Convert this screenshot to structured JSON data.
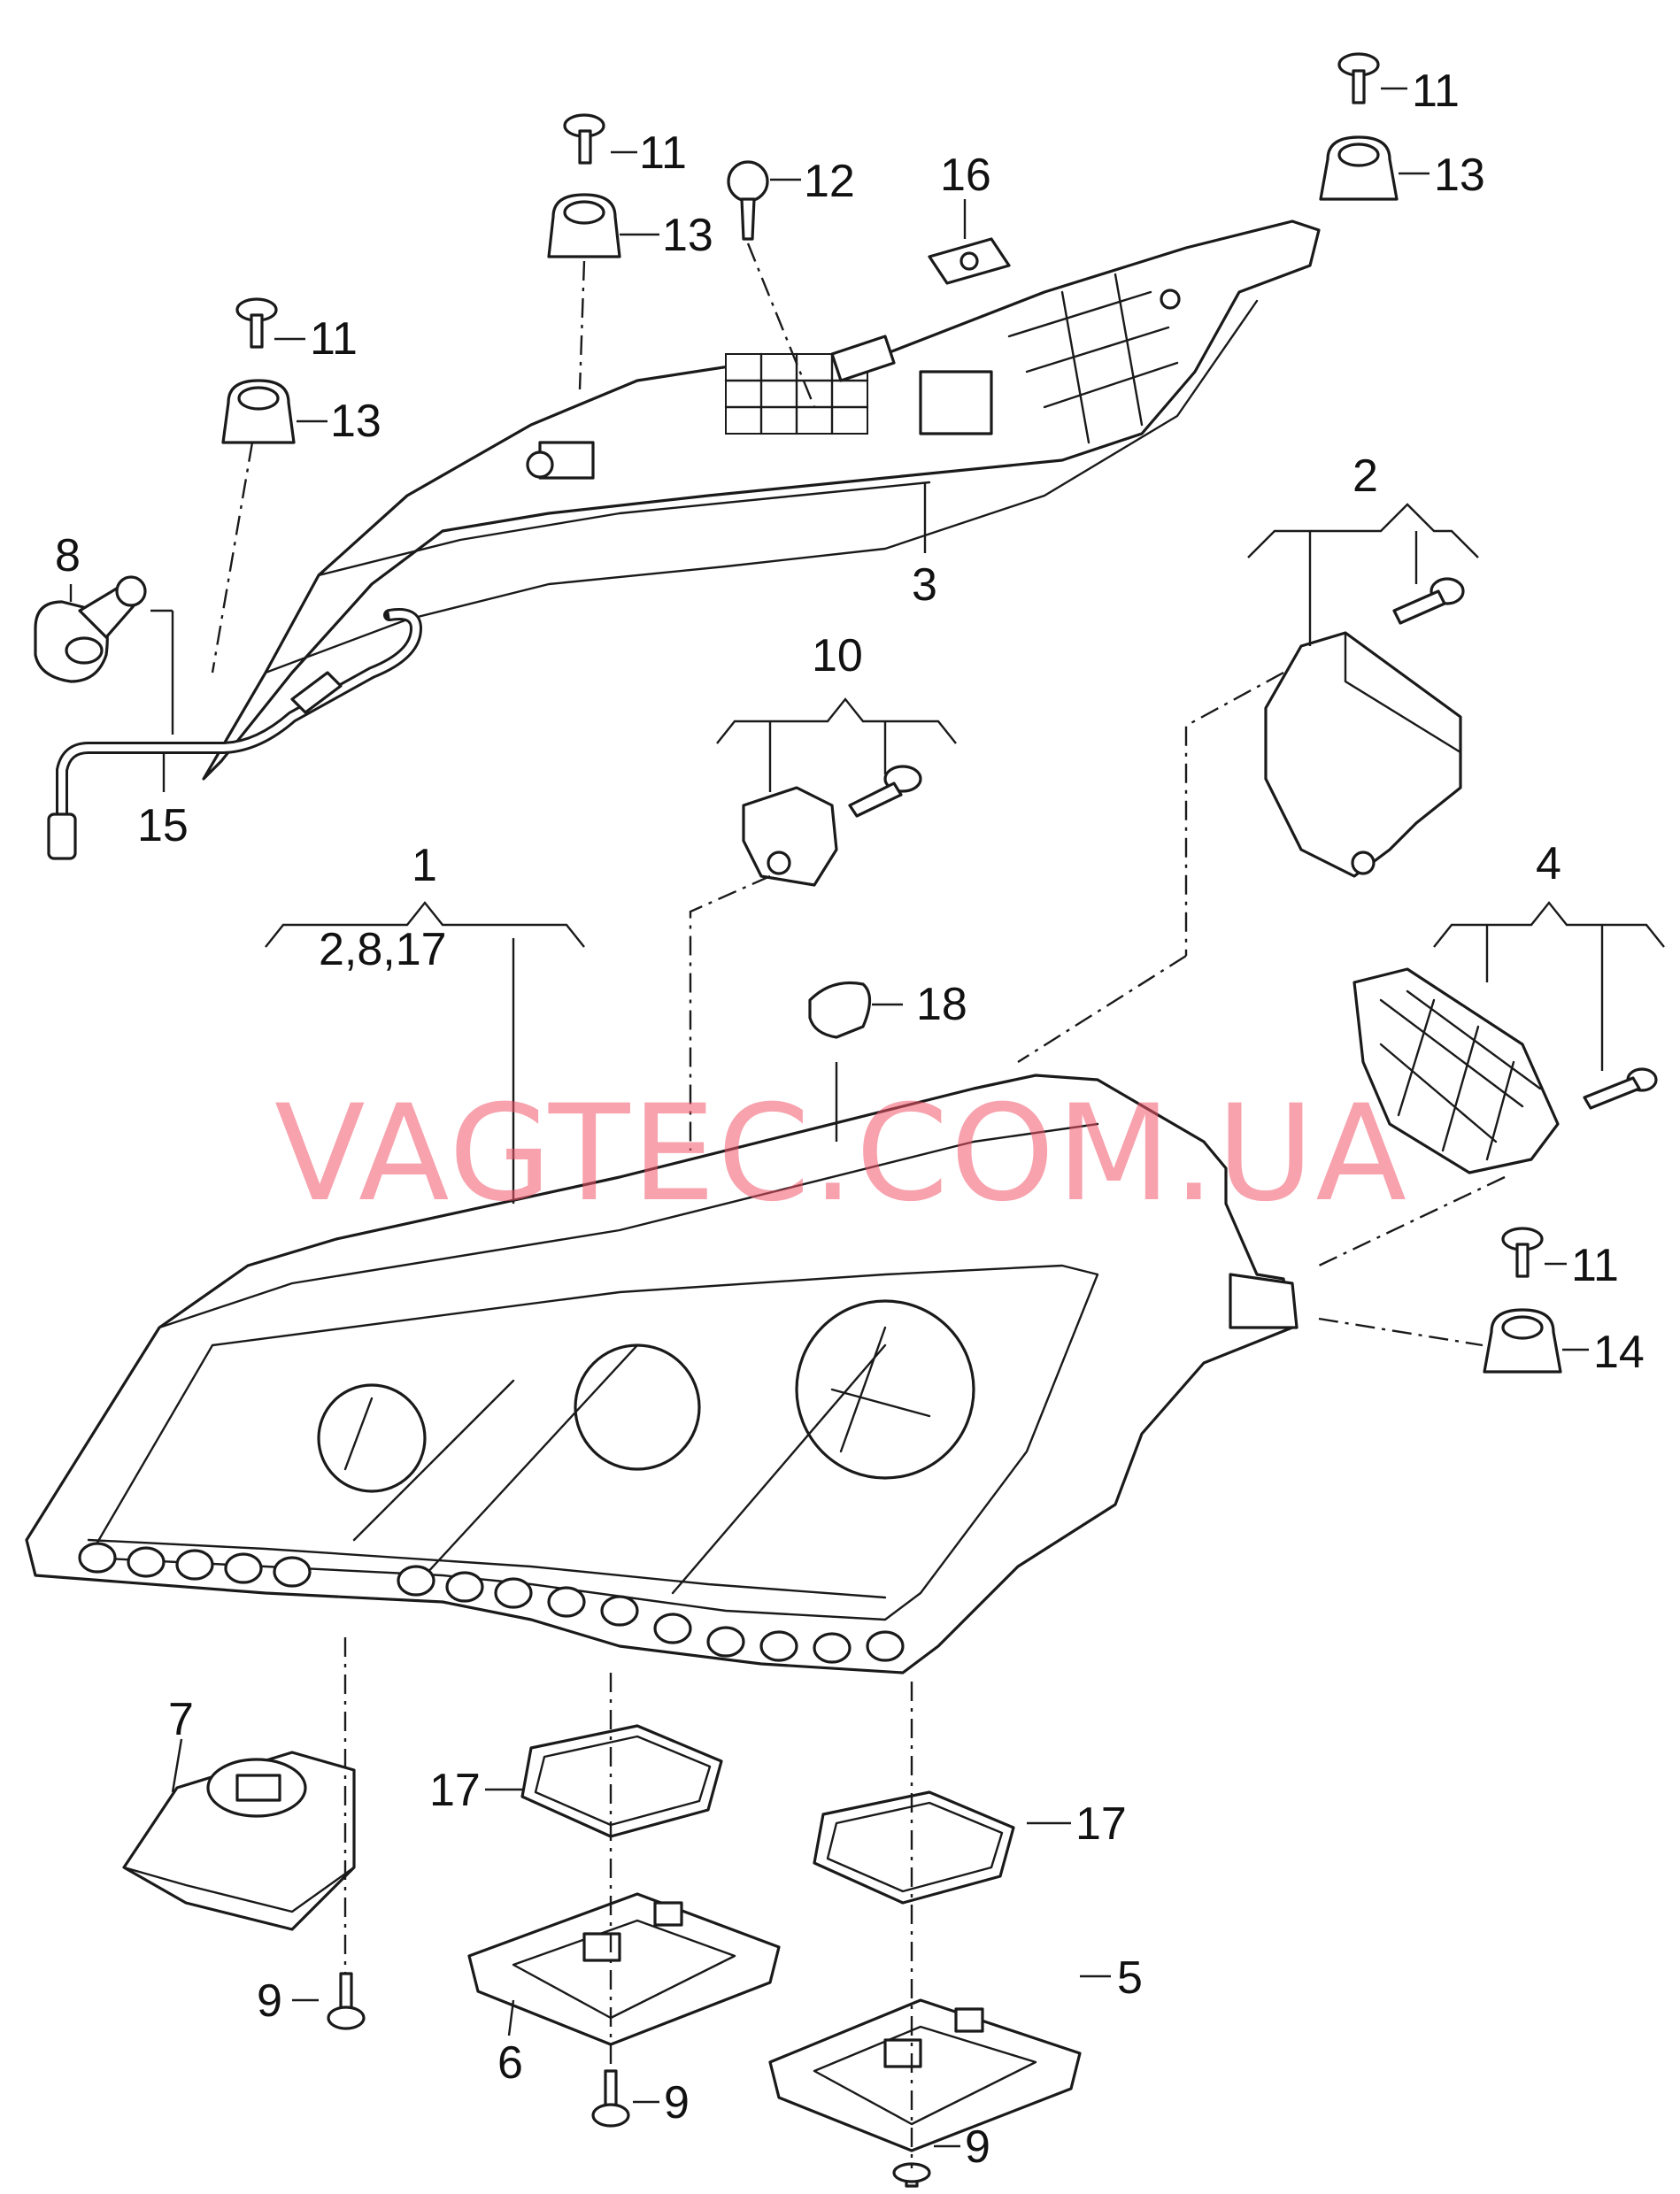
{
  "watermark": "VAGTEC.COM.UA",
  "colors": {
    "watermark": "#f0566a",
    "line": "#1a1a1a",
    "background": "#ffffff"
  },
  "callouts": {
    "c1": "1",
    "c1_sub": "2,8,17",
    "c2": "2",
    "c3": "3",
    "c4": "4",
    "c5": "5",
    "c6": "6",
    "c7": "7",
    "c8": "8",
    "c9": "9",
    "c10": "10",
    "c11": "11",
    "c12": "12",
    "c13": "13",
    "c14": "14",
    "c15": "15",
    "c16": "16",
    "c17": "17",
    "c18": "18"
  }
}
